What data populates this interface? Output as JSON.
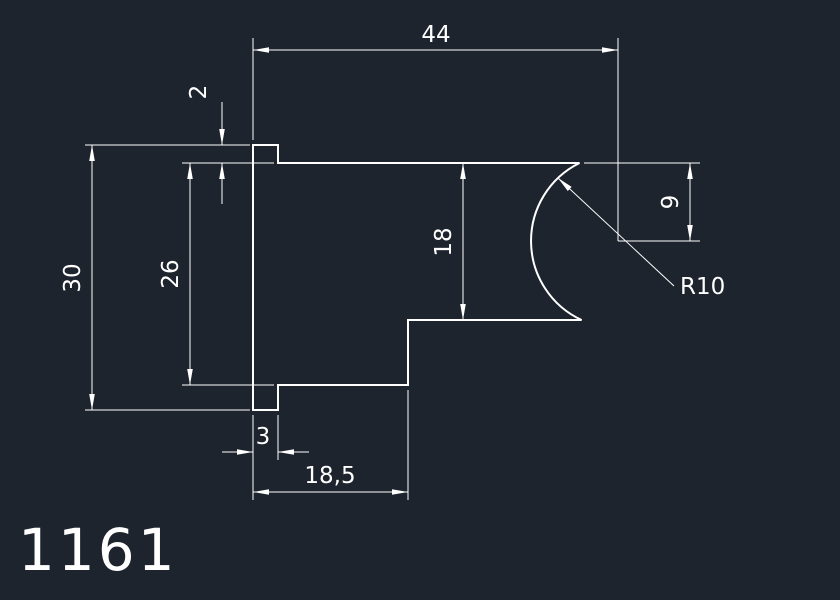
{
  "drawing": {
    "part_number": "1161",
    "dimensions": {
      "top_width": "44",
      "step_height": "2",
      "overall_height": "30",
      "inner_height": "26",
      "mid_height": "18",
      "right_offset": "9",
      "radius": "R10",
      "bottom_step": "3",
      "bottom_width": "18,5"
    },
    "colors": {
      "background": "#1e242d",
      "line": "#ffffff"
    }
  }
}
